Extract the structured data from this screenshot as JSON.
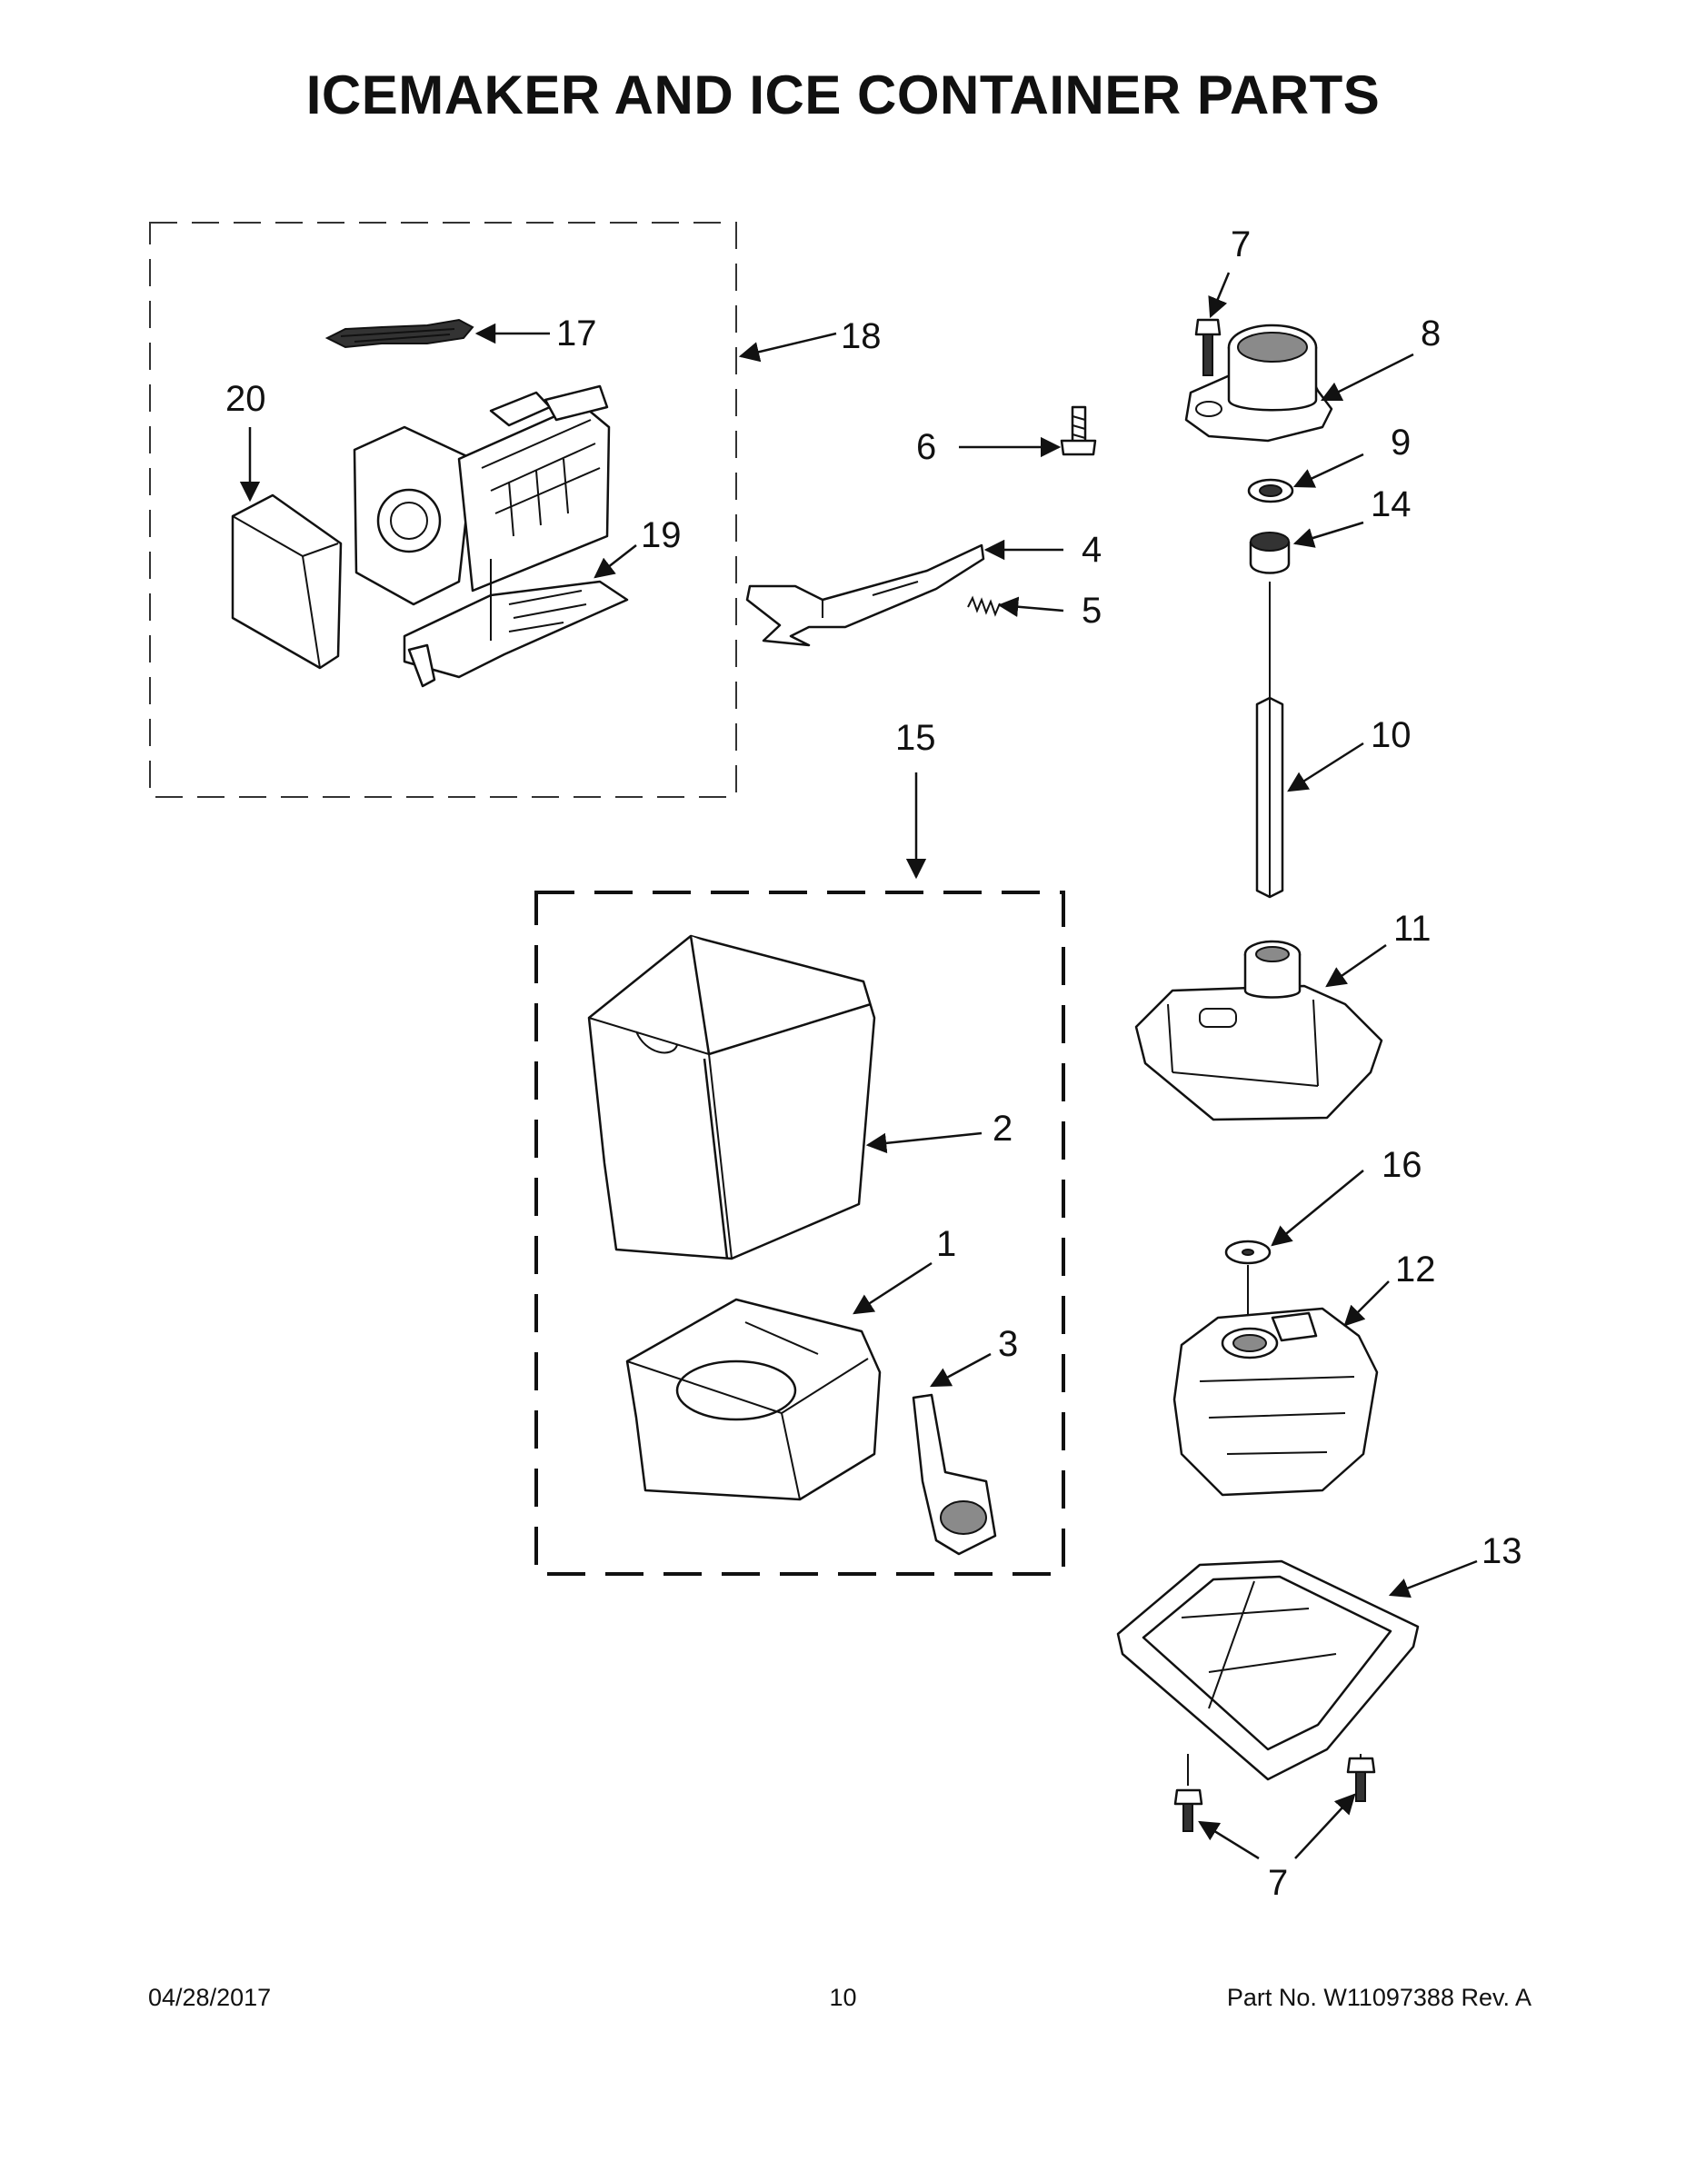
{
  "title": "ICEMAKER AND ICE CONTAINER PARTS",
  "callouts": {
    "c1": "1",
    "c2": "2",
    "c3": "3",
    "c4": "4",
    "c5": "5",
    "c6": "6",
    "c7a": "7",
    "c7b": "7",
    "c8": "8",
    "c9": "9",
    "c10": "10",
    "c11": "11",
    "c12": "12",
    "c13": "13",
    "c14": "14",
    "c15": "15",
    "c16": "16",
    "c17": "17",
    "c18": "18",
    "c19": "19",
    "c20": "20"
  },
  "footer": {
    "date": "04/28/2017",
    "page": "10",
    "part": "Part No.  W11097388  Rev.  A"
  }
}
